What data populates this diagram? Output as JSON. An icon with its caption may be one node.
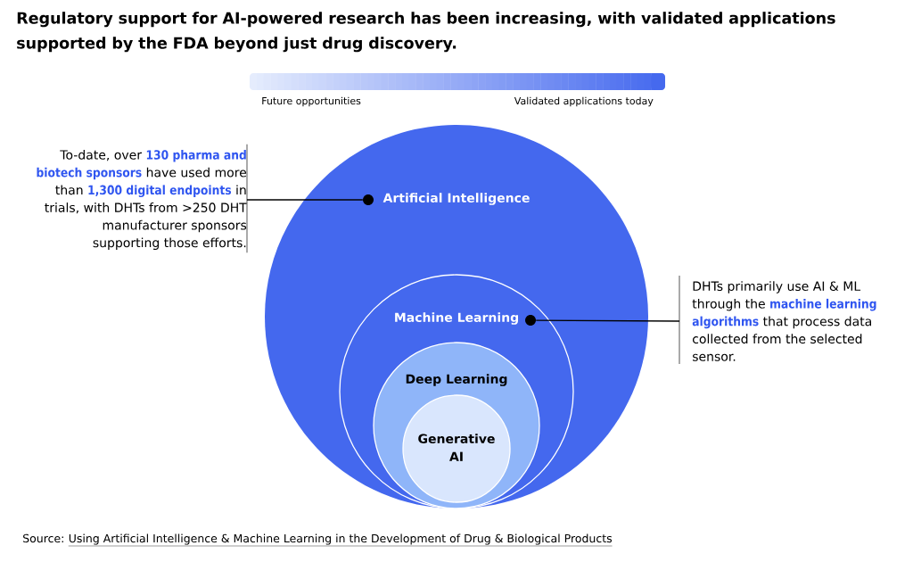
{
  "diagram": {
    "title": "Regulatory support for AI-powered research has been increasing, with validated applications supported by the FDA beyond just drug discovery.",
    "nodes": [
      {
        "text": [
          "Artificial Intelligence"
        ]
      },
      {
        "text": [
          "Machine Learning"
        ],
        "in": 0
      },
      {
        "text": [
          "Deep Learning"
        ],
        "in": 1
      },
      {
        "text": [
          "Generative AI"
        ],
        "in": 2
      },
      {
        "text": [
          "To-date, over **130 pharma and biotech sponsors** have used more than **1,300 digital endpoints** in trials, with DHTs from >250 DHT manufacturer sponsors supporting those efforts."
        ]
      },
      {
        "text": [
          "DHTs primarily use AI & ML through the **machine learning algorithms** that process data collected from the selected sensor."
        ]
      },
      {
        "text": [],
        "shape": "circle",
        "in": 0
      },
      {
        "text": [],
        "shape": "circle",
        "in": 1
      }
    ],
    "edges": [
      {
        "from": 4,
        "to": 6,
        "arrow": "none"
      },
      {
        "from": 5,
        "to": 7,
        "arrow": "none"
      }
    ],
    "labels": [
      "Source:",
      "Using Artificial Intelligence & Machine Learning in the Development of Drug & Biological Products"
    ],
    "legend": [
      {
        "text": "Future opportunities",
        "color": "#e6edfd"
      },
      {
        "text": "Validated applications today",
        "color": "#4468ee"
      }
    ]
  }
}
